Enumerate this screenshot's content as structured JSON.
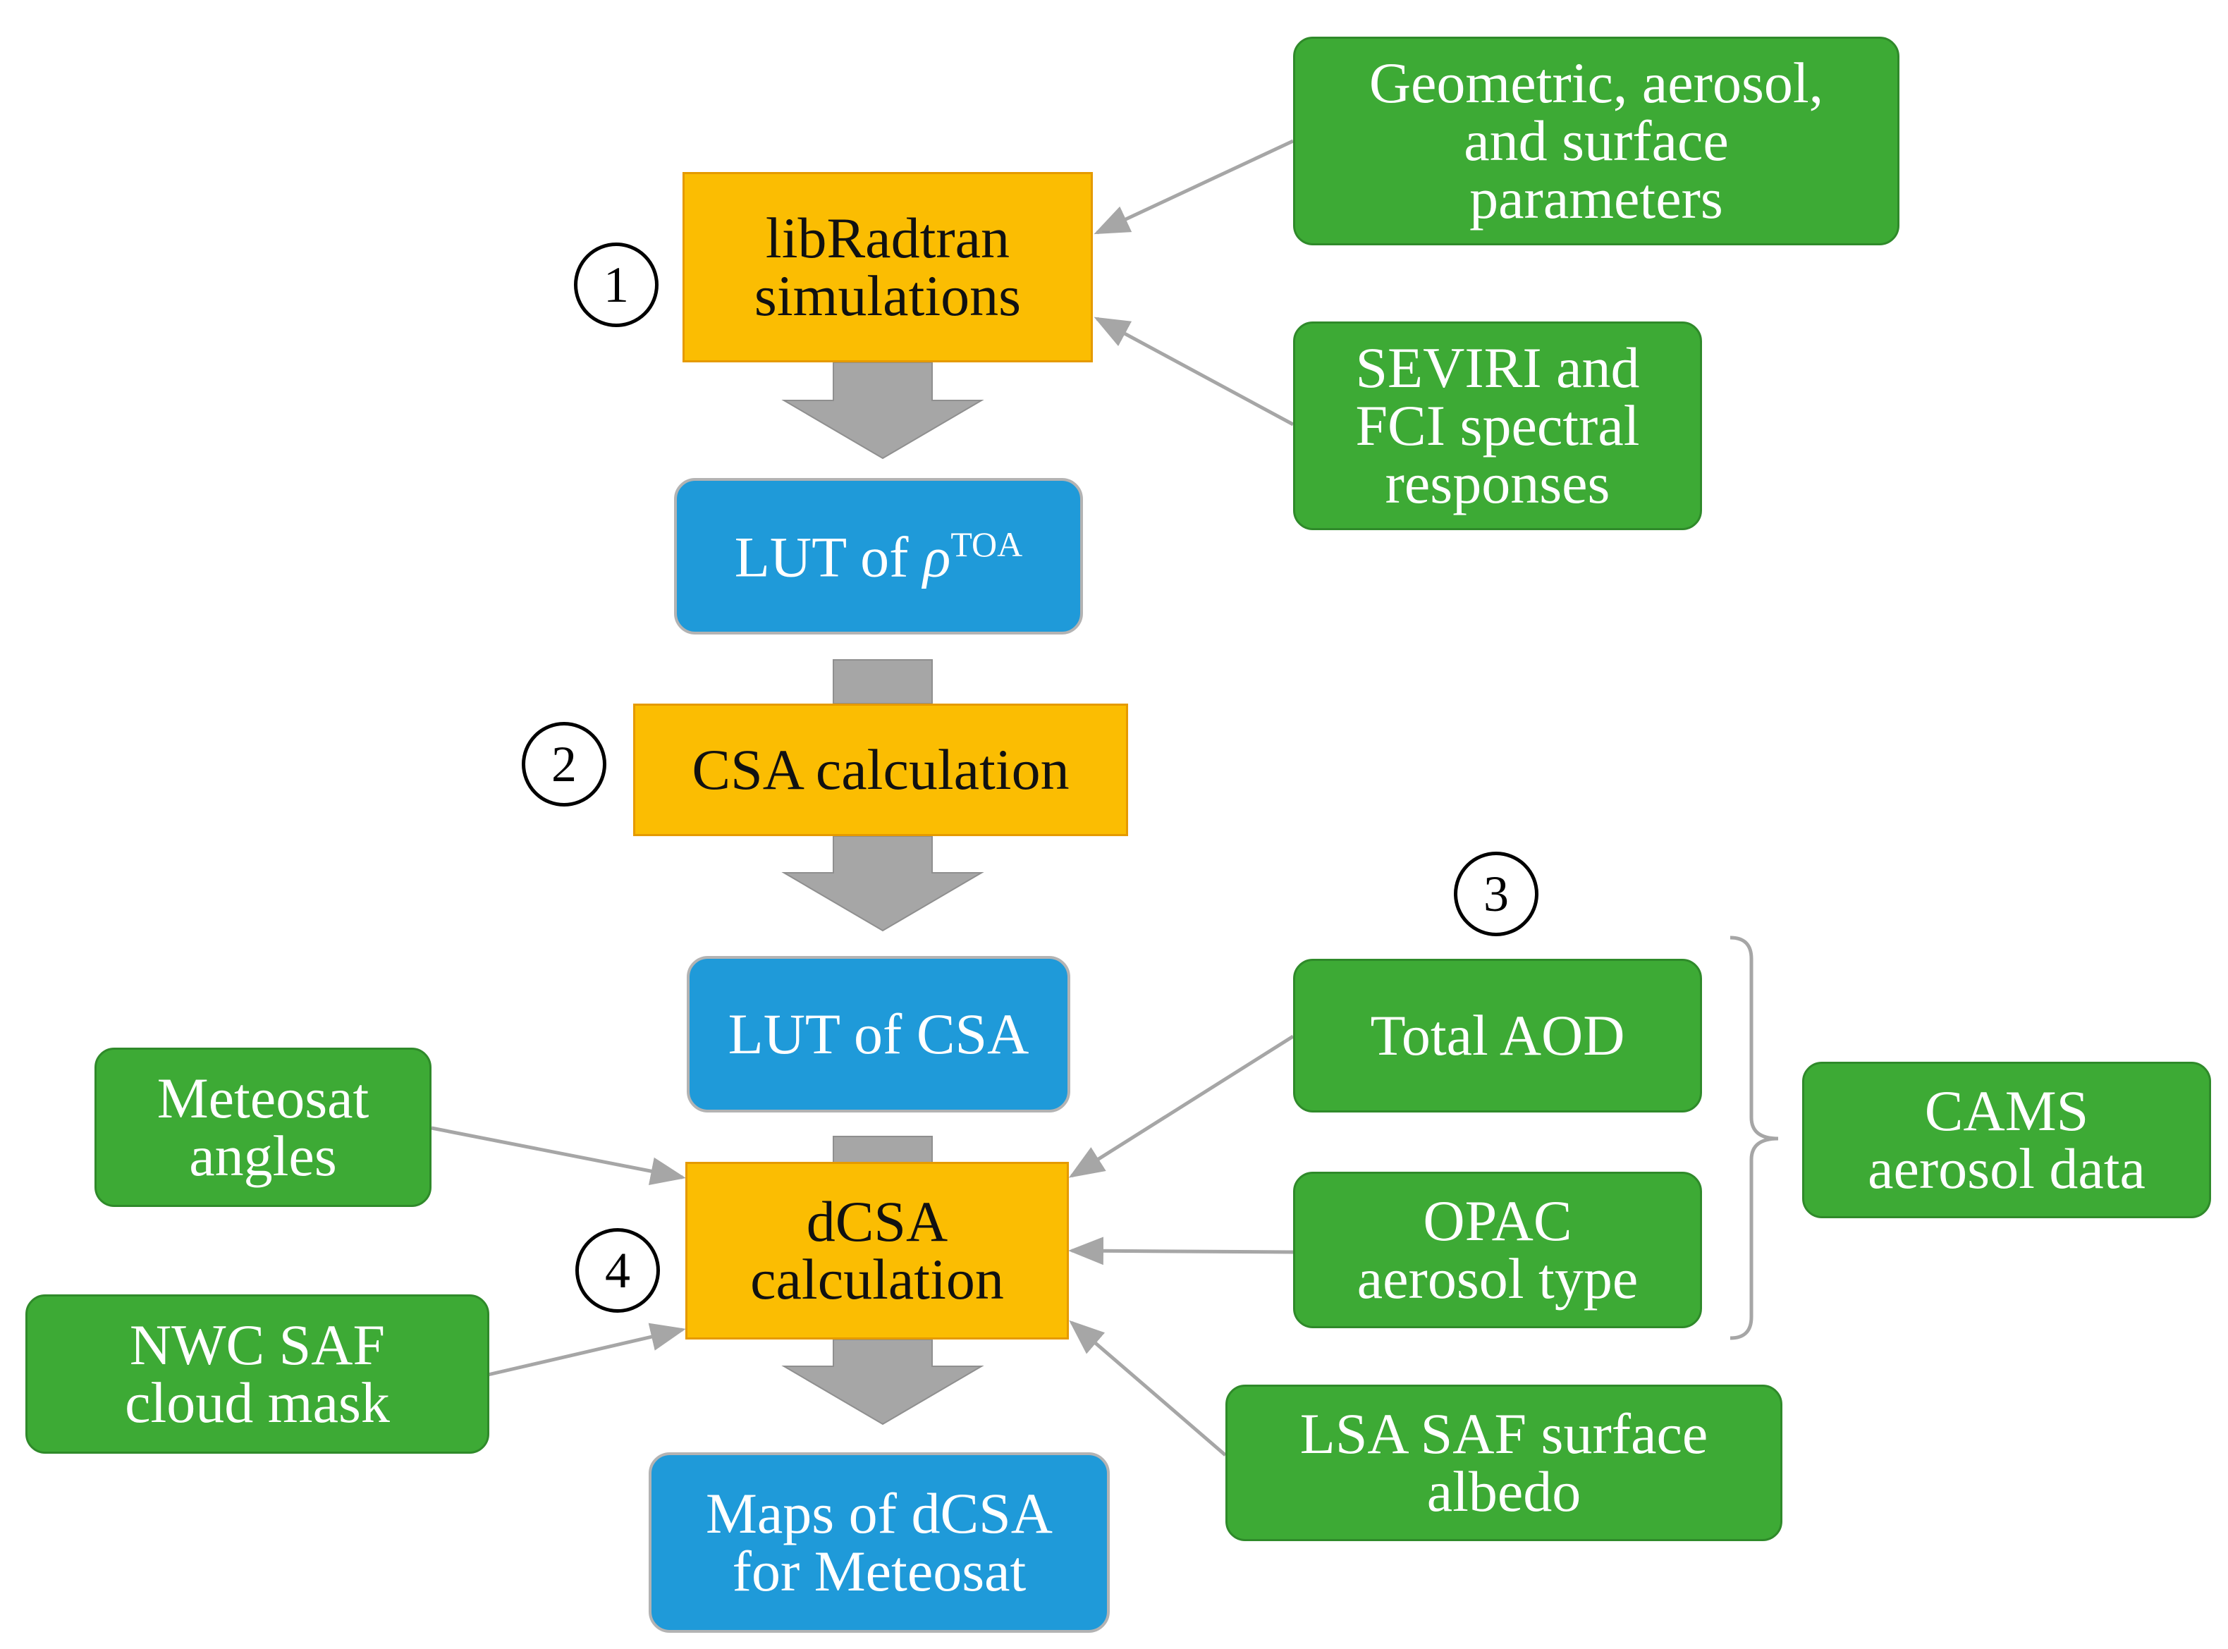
{
  "steps": [
    "1",
    "2",
    "3",
    "4"
  ],
  "process": {
    "libradtran": "libRadtran\nsimulations",
    "csa_calc": "CSA calculation",
    "dcsa_calc": "dCSA\ncalculation"
  },
  "products": {
    "lut_rho_prefix": "LUT of ",
    "lut_rho_symbol": "ρ",
    "lut_rho_sup": "TOA",
    "lut_csa": "LUT of CSA",
    "maps": "Maps of dCSA\nfor Meteosat"
  },
  "inputs": {
    "geometric": "Geometric, aerosol,\nand surface\nparameters",
    "seviri": "SEVIRI and\nFCI spectral\nresponses",
    "total_aod": "Total AOD",
    "opac": "OPAC\naerosol type",
    "cams": "CAMS\naerosol data",
    "meteosat_angles": "Meteosat\nangles",
    "nwc_saf": "NWC SAF\ncloud mask",
    "lsa_saf": "LSA SAF surface\nalbedo"
  },
  "colors": {
    "input_green": "#3daa35",
    "process_orange": "#fbbd02",
    "product_blue": "#1f9ad9",
    "flow_arrow_gray": "#a6a6a6"
  }
}
